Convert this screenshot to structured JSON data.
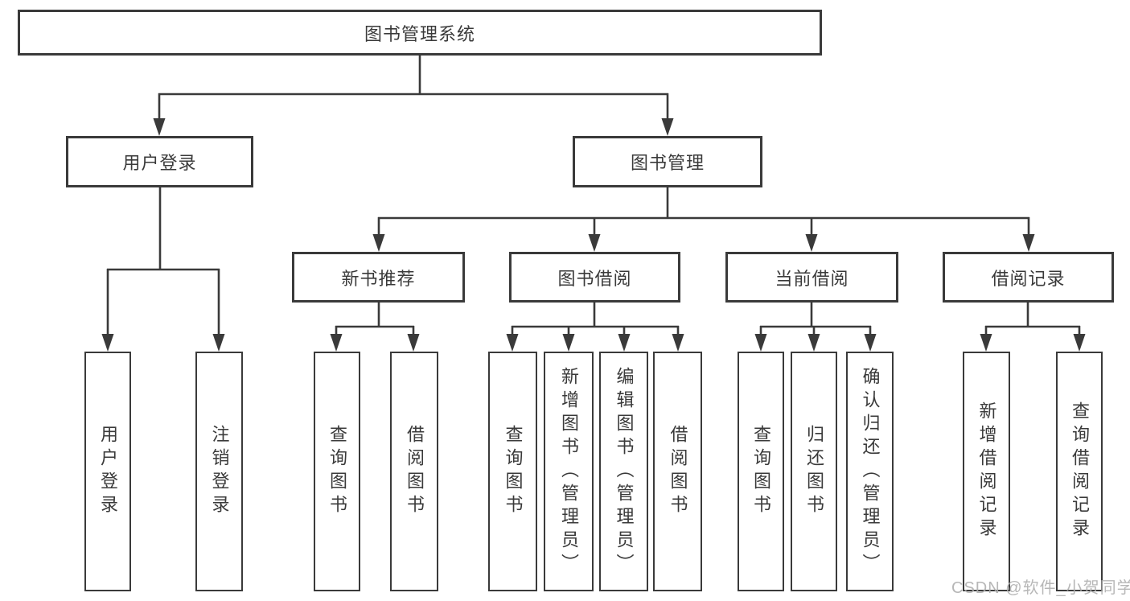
{
  "tree": {
    "label": "图书管理系统",
    "children": [
      {
        "label": "用户登录",
        "children": [
          {
            "label": "用户登录"
          },
          {
            "label": "注销登录"
          }
        ]
      },
      {
        "label": "图书管理",
        "children": [
          {
            "label": "新书推荐",
            "children": [
              {
                "label": "查询图书"
              },
              {
                "label": "借阅图书"
              }
            ]
          },
          {
            "label": "图书借阅",
            "children": [
              {
                "label": "查询图书"
              },
              {
                "label": "新增图书（管理员）"
              },
              {
                "label": "编辑图书（管理员）"
              },
              {
                "label": "借阅图书"
              }
            ]
          },
          {
            "label": "当前借阅",
            "children": [
              {
                "label": "查询图书"
              },
              {
                "label": "归还图书"
              },
              {
                "label": "确认归还（管理员）"
              }
            ]
          },
          {
            "label": "借阅记录",
            "children": [
              {
                "label": "新增借阅记录"
              },
              {
                "label": "查询借阅记录"
              }
            ]
          }
        ]
      }
    ]
  },
  "watermark": {
    "text": "CSDN @软件_小贺同学"
  },
  "colors": {
    "line": "#3a3a3a",
    "box_border": "#3a3a3a",
    "text": "#3a3a3a",
    "background": "#ffffff",
    "watermark": "#afafaf"
  }
}
